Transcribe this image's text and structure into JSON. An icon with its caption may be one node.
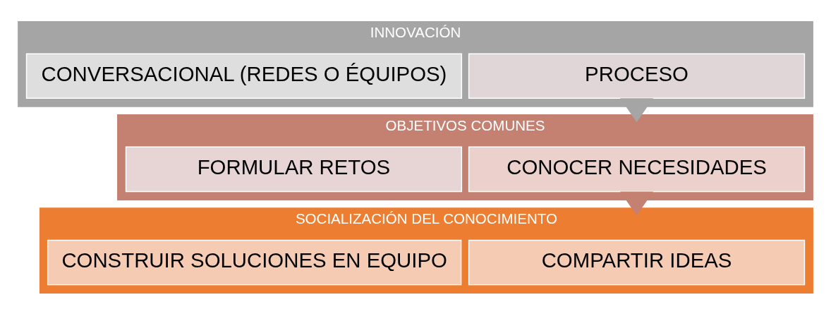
{
  "diagram": {
    "nodes": [
      {
        "text": [
          "INNOVACIÓN"
        ]
      },
      {
        "text": [
          "PROCESO"
        ],
        "in": 0
      },
      {
        "text": [
          "CONVERSACIONAL (REDES O ÉQUIPOS)"
        ],
        "in": 0
      },
      {
        "text": [
          "OBJETIVOS COMUNES"
        ]
      },
      {
        "text": [
          "CONOCER NECESIDADES"
        ],
        "in": 3
      },
      {
        "text": [
          "FORMULAR RETOS"
        ],
        "in": 3
      },
      {
        "text": [
          "SOCIALIZACIÓN DEL CONOCIMIENTO"
        ]
      },
      {
        "text": [
          "COMPARTIR IDEAS"
        ],
        "in": 6
      },
      {
        "text": [
          "CONSTRUIR SOLUCIONES EN EQUIPO"
        ],
        "in": 6
      }
    ],
    "edges": [
      {
        "from": 0,
        "to": 3,
        "arrow": "to",
        "style": "thick",
        "color": "#a5a5a5"
      },
      {
        "from": 3,
        "to": 6,
        "arrow": "to",
        "style": "thick",
        "color": "#c48070"
      }
    ]
  }
}
